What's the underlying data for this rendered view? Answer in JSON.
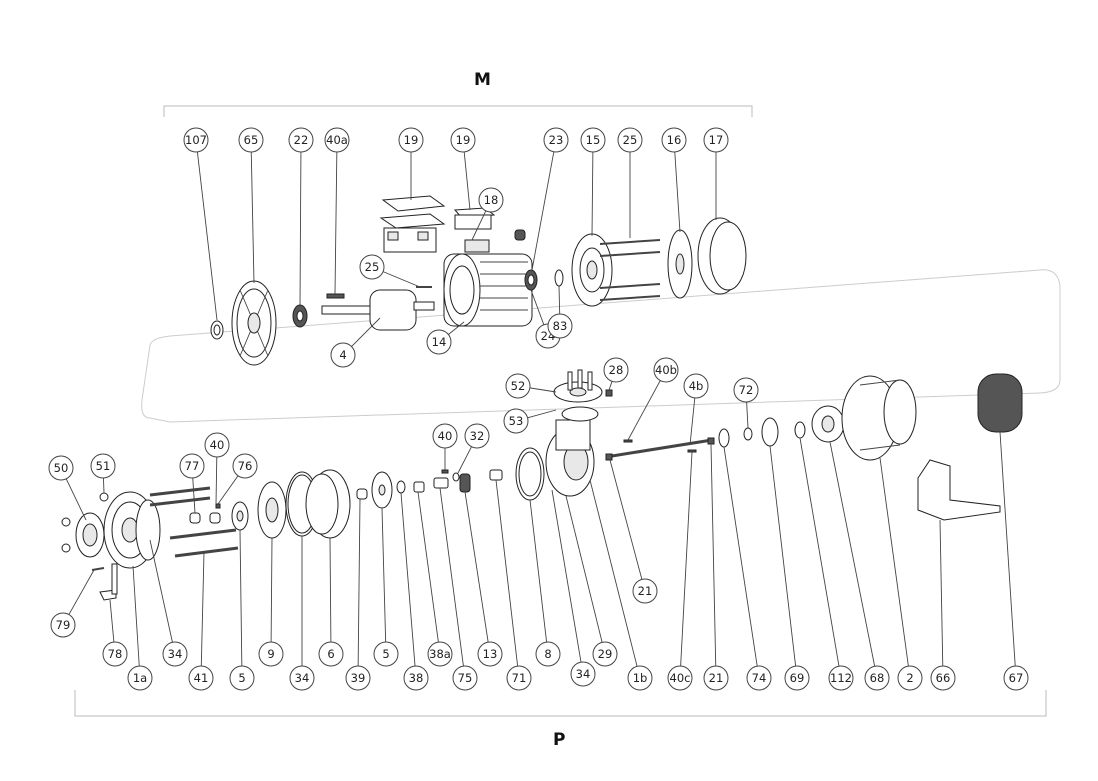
{
  "sections": {
    "motor_label": "M",
    "pump_label": "P"
  },
  "callouts_motor": [
    "107",
    "65",
    "22",
    "40a",
    "19",
    "19",
    "18",
    "25",
    "4",
    "14",
    "23",
    "15",
    "25",
    "16",
    "17",
    "24",
    "83"
  ],
  "callouts_pump": [
    "50",
    "51",
    "40",
    "77",
    "76",
    "79",
    "78",
    "34",
    "1a",
    "41",
    "5",
    "9",
    "34",
    "6",
    "39",
    "5",
    "38",
    "38a",
    "75",
    "13",
    "40",
    "32",
    "71",
    "8",
    "52",
    "53",
    "28",
    "34",
    "29",
    "1b",
    "40b",
    "4b",
    "21",
    "40c",
    "21",
    "72",
    "74",
    "69",
    "112",
    "68",
    "2",
    "66",
    "67"
  ]
}
